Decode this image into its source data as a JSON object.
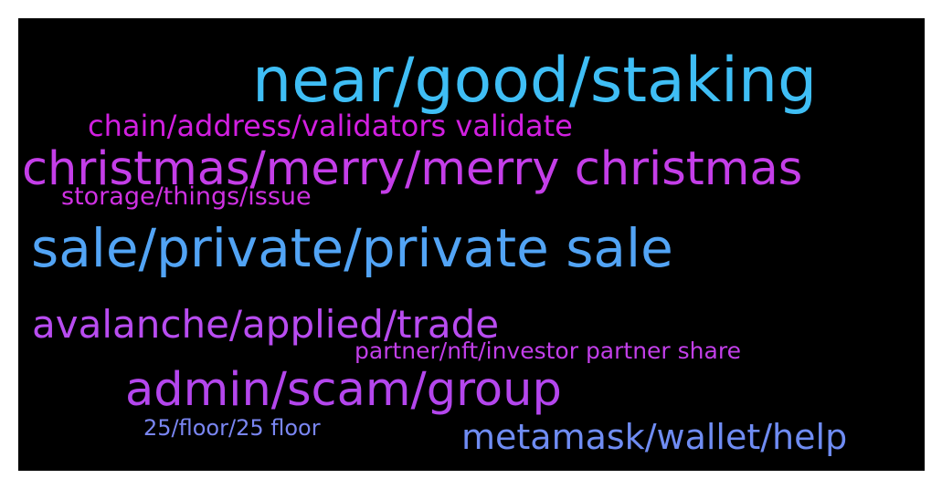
{
  "word_cloud": {
    "background_color": "#000000",
    "words": [
      {
        "text": "near/good/staking",
        "color": "#3fbef5"
      },
      {
        "text": "chain/address/validators validate",
        "color": "#d11fe0"
      },
      {
        "text": "christmas/merry/merry christmas",
        "color": "#c43ee8"
      },
      {
        "text": "storage/things/issue",
        "color": "#cf31e2"
      },
      {
        "text": "sale/private/private sale",
        "color": "#52a4f5"
      },
      {
        "text": "avalanche/applied/trade",
        "color": "#b84cf0"
      },
      {
        "text": "partner/nft/investor partner share",
        "color": "#c23fe9"
      },
      {
        "text": "admin/scam/group",
        "color": "#b446ed"
      },
      {
        "text": "25/floor/25 floor",
        "color": "#7a86f2"
      },
      {
        "text": "metamask/wallet/help",
        "color": "#6f8cf3"
      }
    ]
  }
}
